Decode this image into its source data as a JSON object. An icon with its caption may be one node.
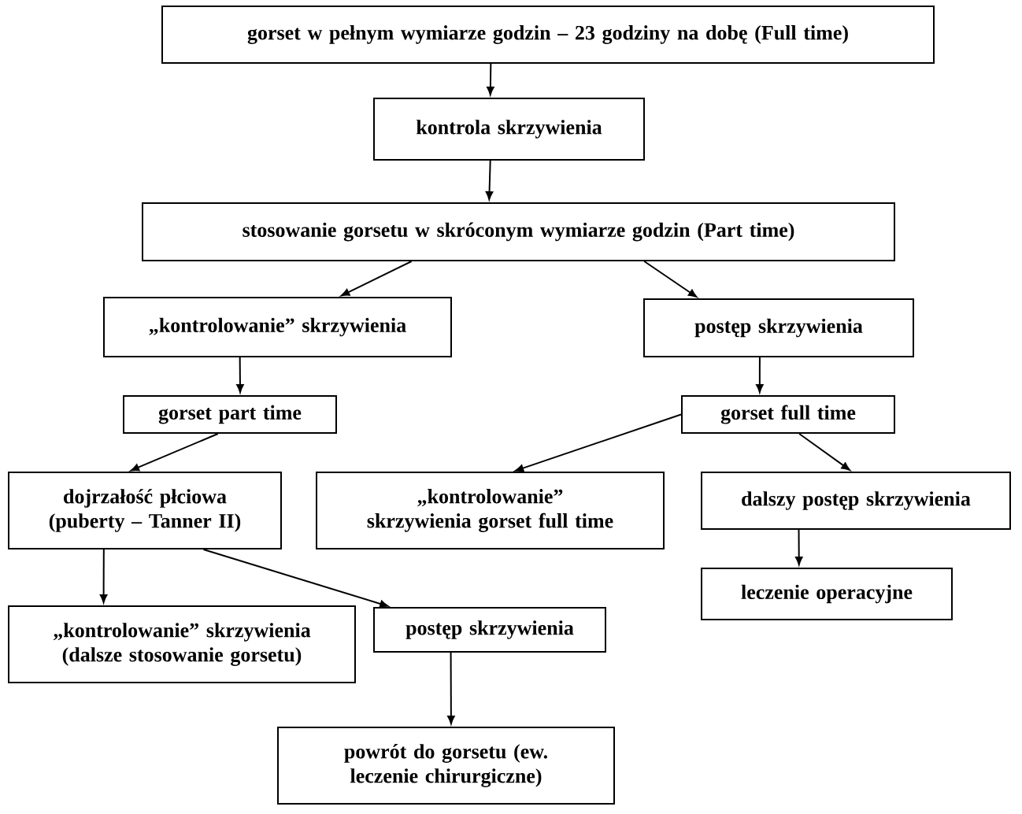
{
  "diagram": {
    "nodes": [
      {
        "text": [
          "gorset w pełnym wymiarze godzin – 23 godziny na dobę (Full time)"
        ]
      },
      {
        "text": [
          "kontrola skrzywienia"
        ]
      },
      {
        "text": [
          "stosowanie gorsetu w skróconym wymiarze godzin (Part time)"
        ]
      },
      {
        "text": [
          "„kontrolowanie” skrzywienia"
        ]
      },
      {
        "text": [
          "postęp skrzywienia"
        ]
      },
      {
        "text": [
          "gorset part time"
        ]
      },
      {
        "text": [
          "gorset full time"
        ]
      },
      {
        "text": [
          "dojrzałość płciowa (puberty – Tanner II)"
        ]
      },
      {
        "text": [
          "„kontrolowanie” skrzywienia gorset full time"
        ]
      },
      {
        "text": [
          "dalszy postęp skrzywienia"
        ]
      },
      {
        "text": [
          "„kontrolowanie” skrzywienia (dalsze stosowanie gorsetu)"
        ]
      },
      {
        "text": [
          "postęp skrzywienia"
        ]
      },
      {
        "text": [
          "leczenie operacyjne"
        ]
      },
      {
        "text": [
          "powrót do gorsetu (ew. leczenie chirurgiczne)"
        ]
      }
    ],
    "edges": [
      {
        "from": 0,
        "to": 1,
        "arrow": "to"
      },
      {
        "from": 1,
        "to": 2,
        "arrow": "to"
      },
      {
        "from": 2,
        "to": 3,
        "arrow": "to"
      },
      {
        "from": 2,
        "to": 4,
        "arrow": "to"
      },
      {
        "from": 3,
        "to": 5,
        "arrow": "to"
      },
      {
        "from": 4,
        "to": 6,
        "arrow": "to"
      },
      {
        "from": 5,
        "to": 7,
        "arrow": "to"
      },
      {
        "from": 6,
        "to": 8,
        "arrow": "to"
      },
      {
        "from": 6,
        "to": 9,
        "arrow": "to"
      },
      {
        "from": 7,
        "to": 10,
        "arrow": "to"
      },
      {
        "from": 7,
        "to": 11,
        "arrow": "to"
      },
      {
        "from": 11,
        "to": 13,
        "arrow": "to"
      },
      {
        "from": 9,
        "to": 12,
        "arrow": "to"
      }
    ]
  }
}
